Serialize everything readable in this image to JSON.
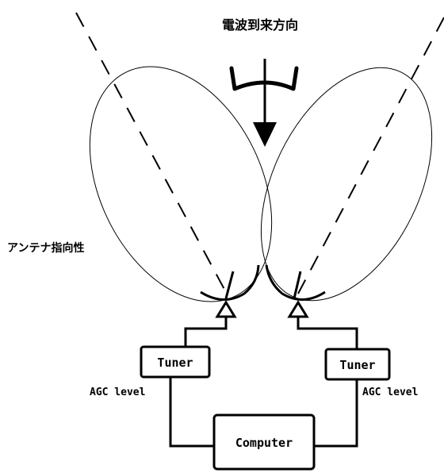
{
  "title": "電波到来方向",
  "antenna_label": "アンテナ指向性",
  "tuner_left_label": "Tuner",
  "tuner_right_label": "Tuner",
  "agc_left_label": "AGC level",
  "agc_right_label": "AGC level",
  "computer_label": "Computer"
}
